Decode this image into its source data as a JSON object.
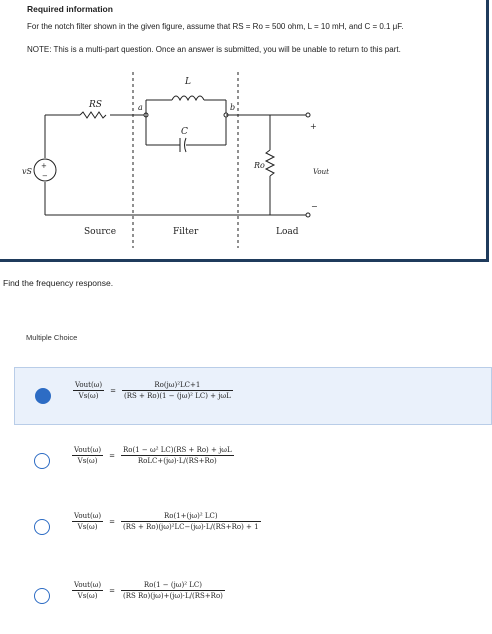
{
  "info": {
    "title": "Required information",
    "line1": "For the notch filter shown in the given figure, assume that RS = Ro = 500 ohm, L = 10 mH, and C = 0.1 μF.",
    "line2": "NOTE: This is a multi-part question. Once an answer is submitted, you will be unable to return to this part."
  },
  "circuit": {
    "rs_label": "RS",
    "node_a": "a",
    "node_b": "b",
    "l_label": "L",
    "c_label": "C",
    "ro_label": "Ro",
    "vs_label": "vS",
    "vout_label": "Vout",
    "plus": "+",
    "minus": "−",
    "source_label": "Source",
    "filter_label": "Filter",
    "load_label": "Load"
  },
  "question": "Find the frequency response.",
  "mc_label": "Multiple Choice",
  "choices": [
    {
      "lhs_num": "Vout(ω)",
      "lhs_den": "Vs(ω)",
      "num": "Ro(jω)²LC+1",
      "den": "(RS + Ro)(1 − (jω)² LC) + jωL",
      "selected": true
    },
    {
      "lhs_num": "Vout(ω)",
      "lhs_den": "Vs(ω)",
      "num": "Ro(1 − ω² LC)(RS + Ro) + jωL",
      "den": "RoLC+(jω)·L/(RS+Ro)",
      "selected": false
    },
    {
      "lhs_num": "Vout(ω)",
      "lhs_den": "Vs(ω)",
      "num": "Ro(1+(jω)² LC)",
      "den": "(RS + Ro)(jω)²LC−(jω)·L/(RS+Ro) + 1",
      "selected": false
    },
    {
      "lhs_num": "Vout(ω)",
      "lhs_den": "Vs(ω)",
      "num": "Ro(1 − (jω)² LC)",
      "den": "(RS Ro)(jω)+(jω)·L/(RS+Ro)",
      "selected": false
    }
  ]
}
